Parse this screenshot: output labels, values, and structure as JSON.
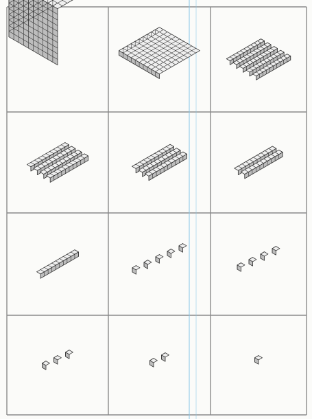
{
  "image": {
    "type": "scanned worksheet grid of base-ten blocks",
    "grid": {
      "rows": 4,
      "columns": 3
    },
    "ink_color": "#2f2f2f",
    "grid_line_color": "#8a8a8a",
    "guide_line_color": "#86c6e8",
    "paper_color": "#fbfbf9"
  },
  "cells": [
    {
      "row": 1,
      "col": 1,
      "block": "cube",
      "quantity": 1,
      "unit_value": 1000
    },
    {
      "row": 1,
      "col": 2,
      "block": "flat",
      "quantity": 1,
      "unit_value": 100
    },
    {
      "row": 1,
      "col": 3,
      "block": "rod",
      "quantity": 5,
      "unit_value": 10
    },
    {
      "row": 2,
      "col": 1,
      "block": "rod",
      "quantity": 4,
      "unit_value": 10
    },
    {
      "row": 2,
      "col": 2,
      "block": "rod",
      "quantity": 3,
      "unit_value": 10
    },
    {
      "row": 2,
      "col": 3,
      "block": "rod",
      "quantity": 2,
      "unit_value": 10
    },
    {
      "row": 3,
      "col": 1,
      "block": "rod",
      "quantity": 1,
      "unit_value": 10
    },
    {
      "row": 3,
      "col": 2,
      "block": "unit",
      "quantity": 5,
      "unit_value": 1
    },
    {
      "row": 3,
      "col": 3,
      "block": "unit",
      "quantity": 4,
      "unit_value": 1
    },
    {
      "row": 4,
      "col": 1,
      "block": "unit",
      "quantity": 3,
      "unit_value": 1
    },
    {
      "row": 4,
      "col": 2,
      "block": "unit",
      "quantity": 2,
      "unit_value": 1
    },
    {
      "row": 4,
      "col": 3,
      "block": "unit",
      "quantity": 1,
      "unit_value": 1
    }
  ]
}
